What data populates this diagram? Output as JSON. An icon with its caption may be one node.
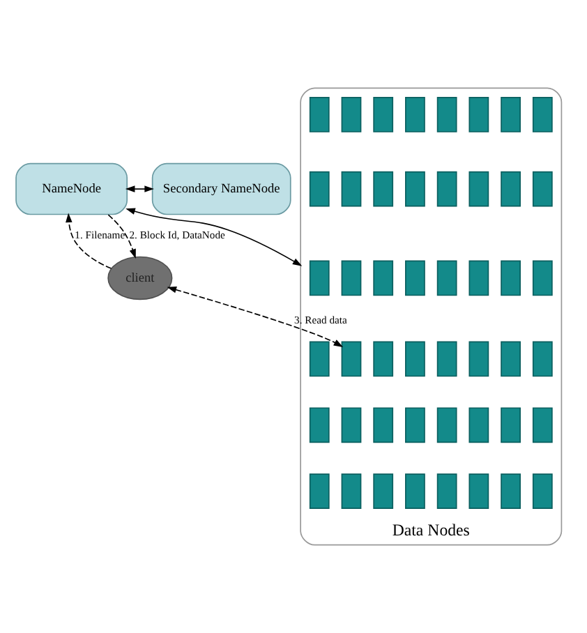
{
  "diagram": {
    "nodes": [
      {
        "text": [
          "NameNode"
        ]
      },
      {
        "text": [
          "Secondary NameNode"
        ]
      },
      {
        "text": [
          "client"
        ]
      },
      {
        "text": [
          "Data Nodes"
        ]
      },
      {
        "text": [],
        "shape": "box",
        "in": 3
      },
      {
        "text": [],
        "shape": "box",
        "in": 3
      },
      {
        "text": [],
        "shape": "box",
        "in": 3
      },
      {
        "text": [],
        "shape": "box",
        "in": 3
      },
      {
        "text": [],
        "shape": "box",
        "in": 3
      },
      {
        "text": [],
        "shape": "box",
        "in": 3
      },
      {
        "text": [],
        "shape": "box",
        "in": 3
      },
      {
        "text": [],
        "shape": "box",
        "in": 3
      },
      {
        "text": [],
        "shape": "box",
        "in": 3
      },
      {
        "text": [],
        "shape": "box",
        "in": 3
      },
      {
        "text": [],
        "shape": "box",
        "in": 3
      },
      {
        "text": [],
        "shape": "box",
        "in": 3
      },
      {
        "text": [],
        "shape": "box",
        "in": 3
      },
      {
        "text": [],
        "shape": "box",
        "in": 3
      },
      {
        "text": [],
        "shape": "box",
        "in": 3
      },
      {
        "text": [],
        "shape": "box",
        "in": 3
      },
      {
        "text": [],
        "shape": "box",
        "in": 3
      },
      {
        "text": [],
        "shape": "box",
        "in": 3
      },
      {
        "text": [],
        "shape": "box",
        "in": 3
      },
      {
        "text": [],
        "shape": "box",
        "in": 3
      },
      {
        "text": [],
        "shape": "box",
        "in": 3
      },
      {
        "text": [],
        "shape": "box",
        "in": 3
      },
      {
        "text": [],
        "shape": "box",
        "in": 3
      },
      {
        "text": [],
        "shape": "box",
        "in": 3
      },
      {
        "text": [],
        "shape": "box",
        "in": 3
      },
      {
        "text": [],
        "shape": "box",
        "in": 3
      },
      {
        "text": [],
        "shape": "box",
        "in": 3
      },
      {
        "text": [],
        "shape": "box",
        "in": 3
      },
      {
        "text": [],
        "shape": "box",
        "in": 3
      },
      {
        "text": [],
        "shape": "box",
        "in": 3
      },
      {
        "text": [],
        "shape": "box",
        "in": 3
      },
      {
        "text": [],
        "shape": "box",
        "in": 3
      },
      {
        "text": [],
        "shape": "box",
        "in": 3
      },
      {
        "text": [],
        "shape": "box",
        "in": 3
      },
      {
        "text": [],
        "shape": "box",
        "in": 3
      },
      {
        "text": [],
        "shape": "box",
        "in": 3
      },
      {
        "text": [],
        "shape": "box",
        "in": 3
      },
      {
        "text": [],
        "shape": "box",
        "in": 3
      },
      {
        "text": [],
        "shape": "box",
        "in": 3
      },
      {
        "text": [],
        "shape": "box",
        "in": 3
      },
      {
        "text": [],
        "shape": "box",
        "in": 3
      },
      {
        "text": [],
        "shape": "box",
        "in": 3
      },
      {
        "text": [],
        "shape": "box",
        "in": 3
      },
      {
        "text": [],
        "shape": "box",
        "in": 3
      },
      {
        "text": [],
        "shape": "box",
        "in": 3
      },
      {
        "text": [],
        "shape": "box",
        "in": 3
      },
      {
        "text": [],
        "shape": "box",
        "in": 3
      },
      {
        "text": [],
        "shape": "box",
        "in": 3
      }
    ],
    "edges": [
      {
        "from": 2,
        "to": 0,
        "arrow": "to",
        "label": "1. Filename",
        "style": "dashed"
      },
      {
        "from": 0,
        "to": 2,
        "arrow": "to",
        "label": "2. Block Id, DataNode",
        "style": "dashed"
      },
      {
        "from": 0,
        "to": 1,
        "arrow": "both"
      },
      {
        "from": 0,
        "to": 3,
        "arrow": "both"
      },
      {
        "from": 2,
        "to": 28,
        "arrow": "both",
        "label": "3. Read data",
        "style": "dashed"
      }
    ]
  }
}
